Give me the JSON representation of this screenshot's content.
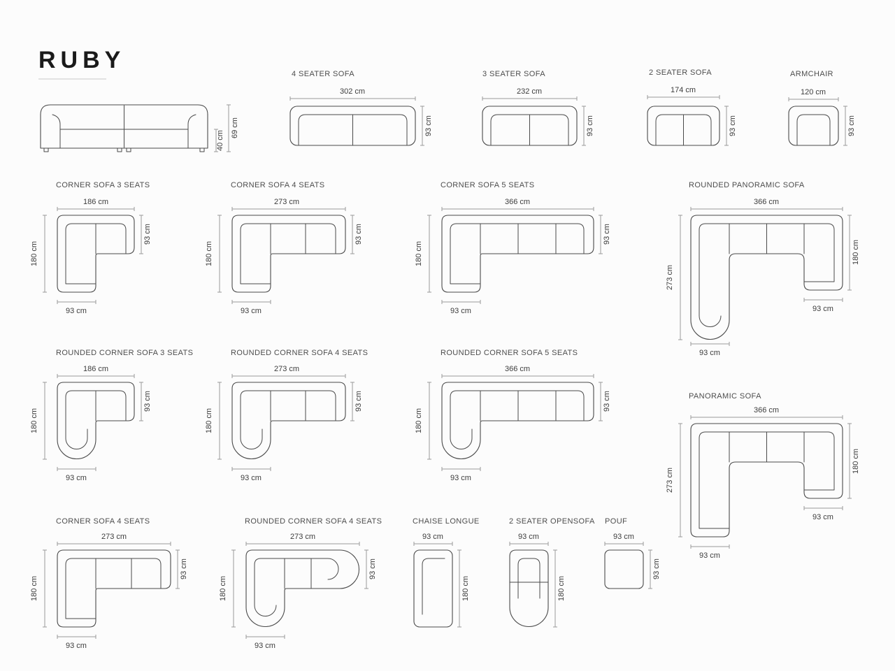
{
  "title": "RUBY",
  "figures": {
    "front": {
      "dim_height": "69 cm",
      "dim_seat_height": "40 cm"
    },
    "sofa4": {
      "label": "4 SEATER SOFA",
      "dim_w": "302 cm",
      "dim_d": "93 cm"
    },
    "sofa3": {
      "label": "3 SEATER SOFA",
      "dim_w": "232 cm",
      "dim_d": "93 cm"
    },
    "sofa2": {
      "label": "2 SEATER SOFA",
      "dim_w": "174 cm",
      "dim_d": "93 cm"
    },
    "armchair": {
      "label": "ARMCHAIR",
      "dim_w": "120 cm",
      "dim_d": "93 cm"
    },
    "corner3": {
      "label": "CORNER SOFA 3 SEATS",
      "dim_w": "186 cm",
      "dim_left": "180 cm",
      "dim_right": "93 cm",
      "dim_bottom": "93 cm"
    },
    "corner4": {
      "label": "CORNER SOFA 4 SEATS",
      "dim_w": "273 cm",
      "dim_left": "180 cm",
      "dim_right": "93 cm",
      "dim_bottom": "93 cm"
    },
    "corner5": {
      "label": "CORNER SOFA 5 SEATS",
      "dim_w": "366 cm",
      "dim_left": "180 cm",
      "dim_right": "93 cm",
      "dim_bottom": "93 cm"
    },
    "rounded_panoramic": {
      "label": "ROUNDED PANORAMIC SOFA",
      "dim_w": "366 cm",
      "dim_left": "273 cm",
      "dim_right": "180 cm",
      "dim_bottom_right": "93 cm",
      "dim_bottom_left": "93 cm"
    },
    "rounded_corner3": {
      "label": "ROUNDED CORNER SOFA 3 SEATS",
      "dim_w": "186 cm",
      "dim_left": "180 cm",
      "dim_right": "93 cm",
      "dim_bottom": "93 cm"
    },
    "rounded_corner4": {
      "label": "ROUNDED CORNER SOFA 4 SEATS",
      "dim_w": "273 cm",
      "dim_left": "180 cm",
      "dim_right": "93 cm",
      "dim_bottom": "93 cm"
    },
    "rounded_corner5": {
      "label": "ROUNDED CORNER SOFA 5 SEATS",
      "dim_w": "366 cm",
      "dim_left": "180 cm",
      "dim_right": "93 cm",
      "dim_bottom": "93 cm"
    },
    "panoramic": {
      "label": "PANORAMIC SOFA",
      "dim_w": "366 cm",
      "dim_left": "273 cm",
      "dim_right": "180 cm",
      "dim_bottom_right": "93 cm",
      "dim_bottom_left": "93 cm"
    },
    "corner4_left": {
      "label": "CORNER SOFA 4 SEATS",
      "dim_w": "273 cm",
      "dim_left": "180 cm",
      "dim_right": "93 cm",
      "dim_bottom": "93 cm"
    },
    "rounded_corner4_open": {
      "label": "ROUNDED CORNER SOFA 4 SEATS",
      "dim_w": "273 cm",
      "dim_left": "180 cm",
      "dim_right": "93 cm",
      "dim_bottom": "93 cm"
    },
    "chaise": {
      "label": "CHAISE LONGUE",
      "dim_w": "93 cm",
      "dim_right": "180 cm"
    },
    "opensofa": {
      "label": "2 SEATER OPENSOFA",
      "dim_w": "93 cm",
      "dim_right": "180 cm"
    },
    "pouf": {
      "label": "POUF",
      "dim_w": "93 cm",
      "dim_right": "93 cm"
    }
  }
}
